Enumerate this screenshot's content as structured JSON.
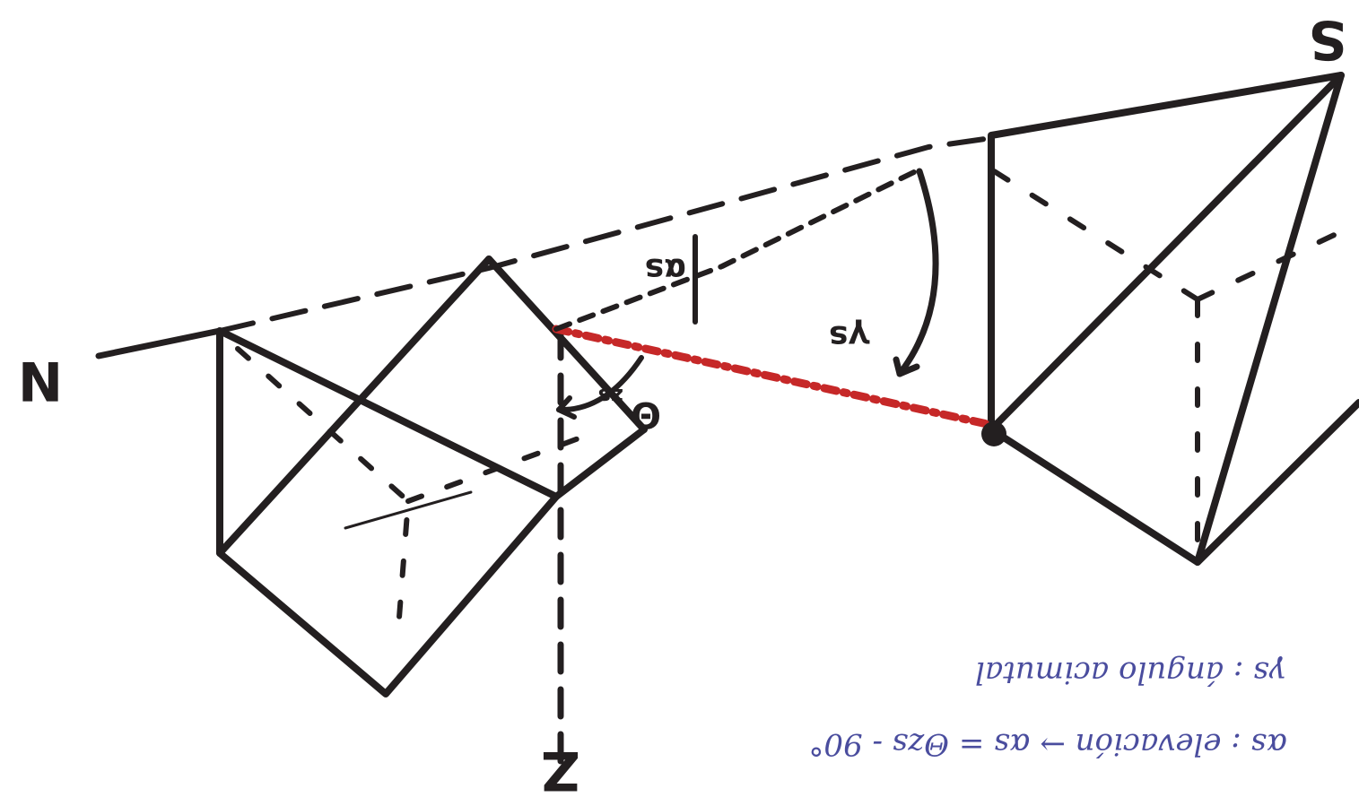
{
  "labels": {
    "north": "N",
    "south": "S",
    "zenith": "Z",
    "theta": "Θ",
    "theta_sub": "zs",
    "psi": "γs",
    "alpha": "αs"
  },
  "notes": {
    "line1": "γs : ángulo acimutal",
    "line2": "αs : elevación → αs = Θzs - 90°"
  },
  "colors": {
    "ink": "#231f20",
    "sun_ray": "#c62828",
    "note": "#4a4d9e",
    "paper": "#ffffff"
  }
}
